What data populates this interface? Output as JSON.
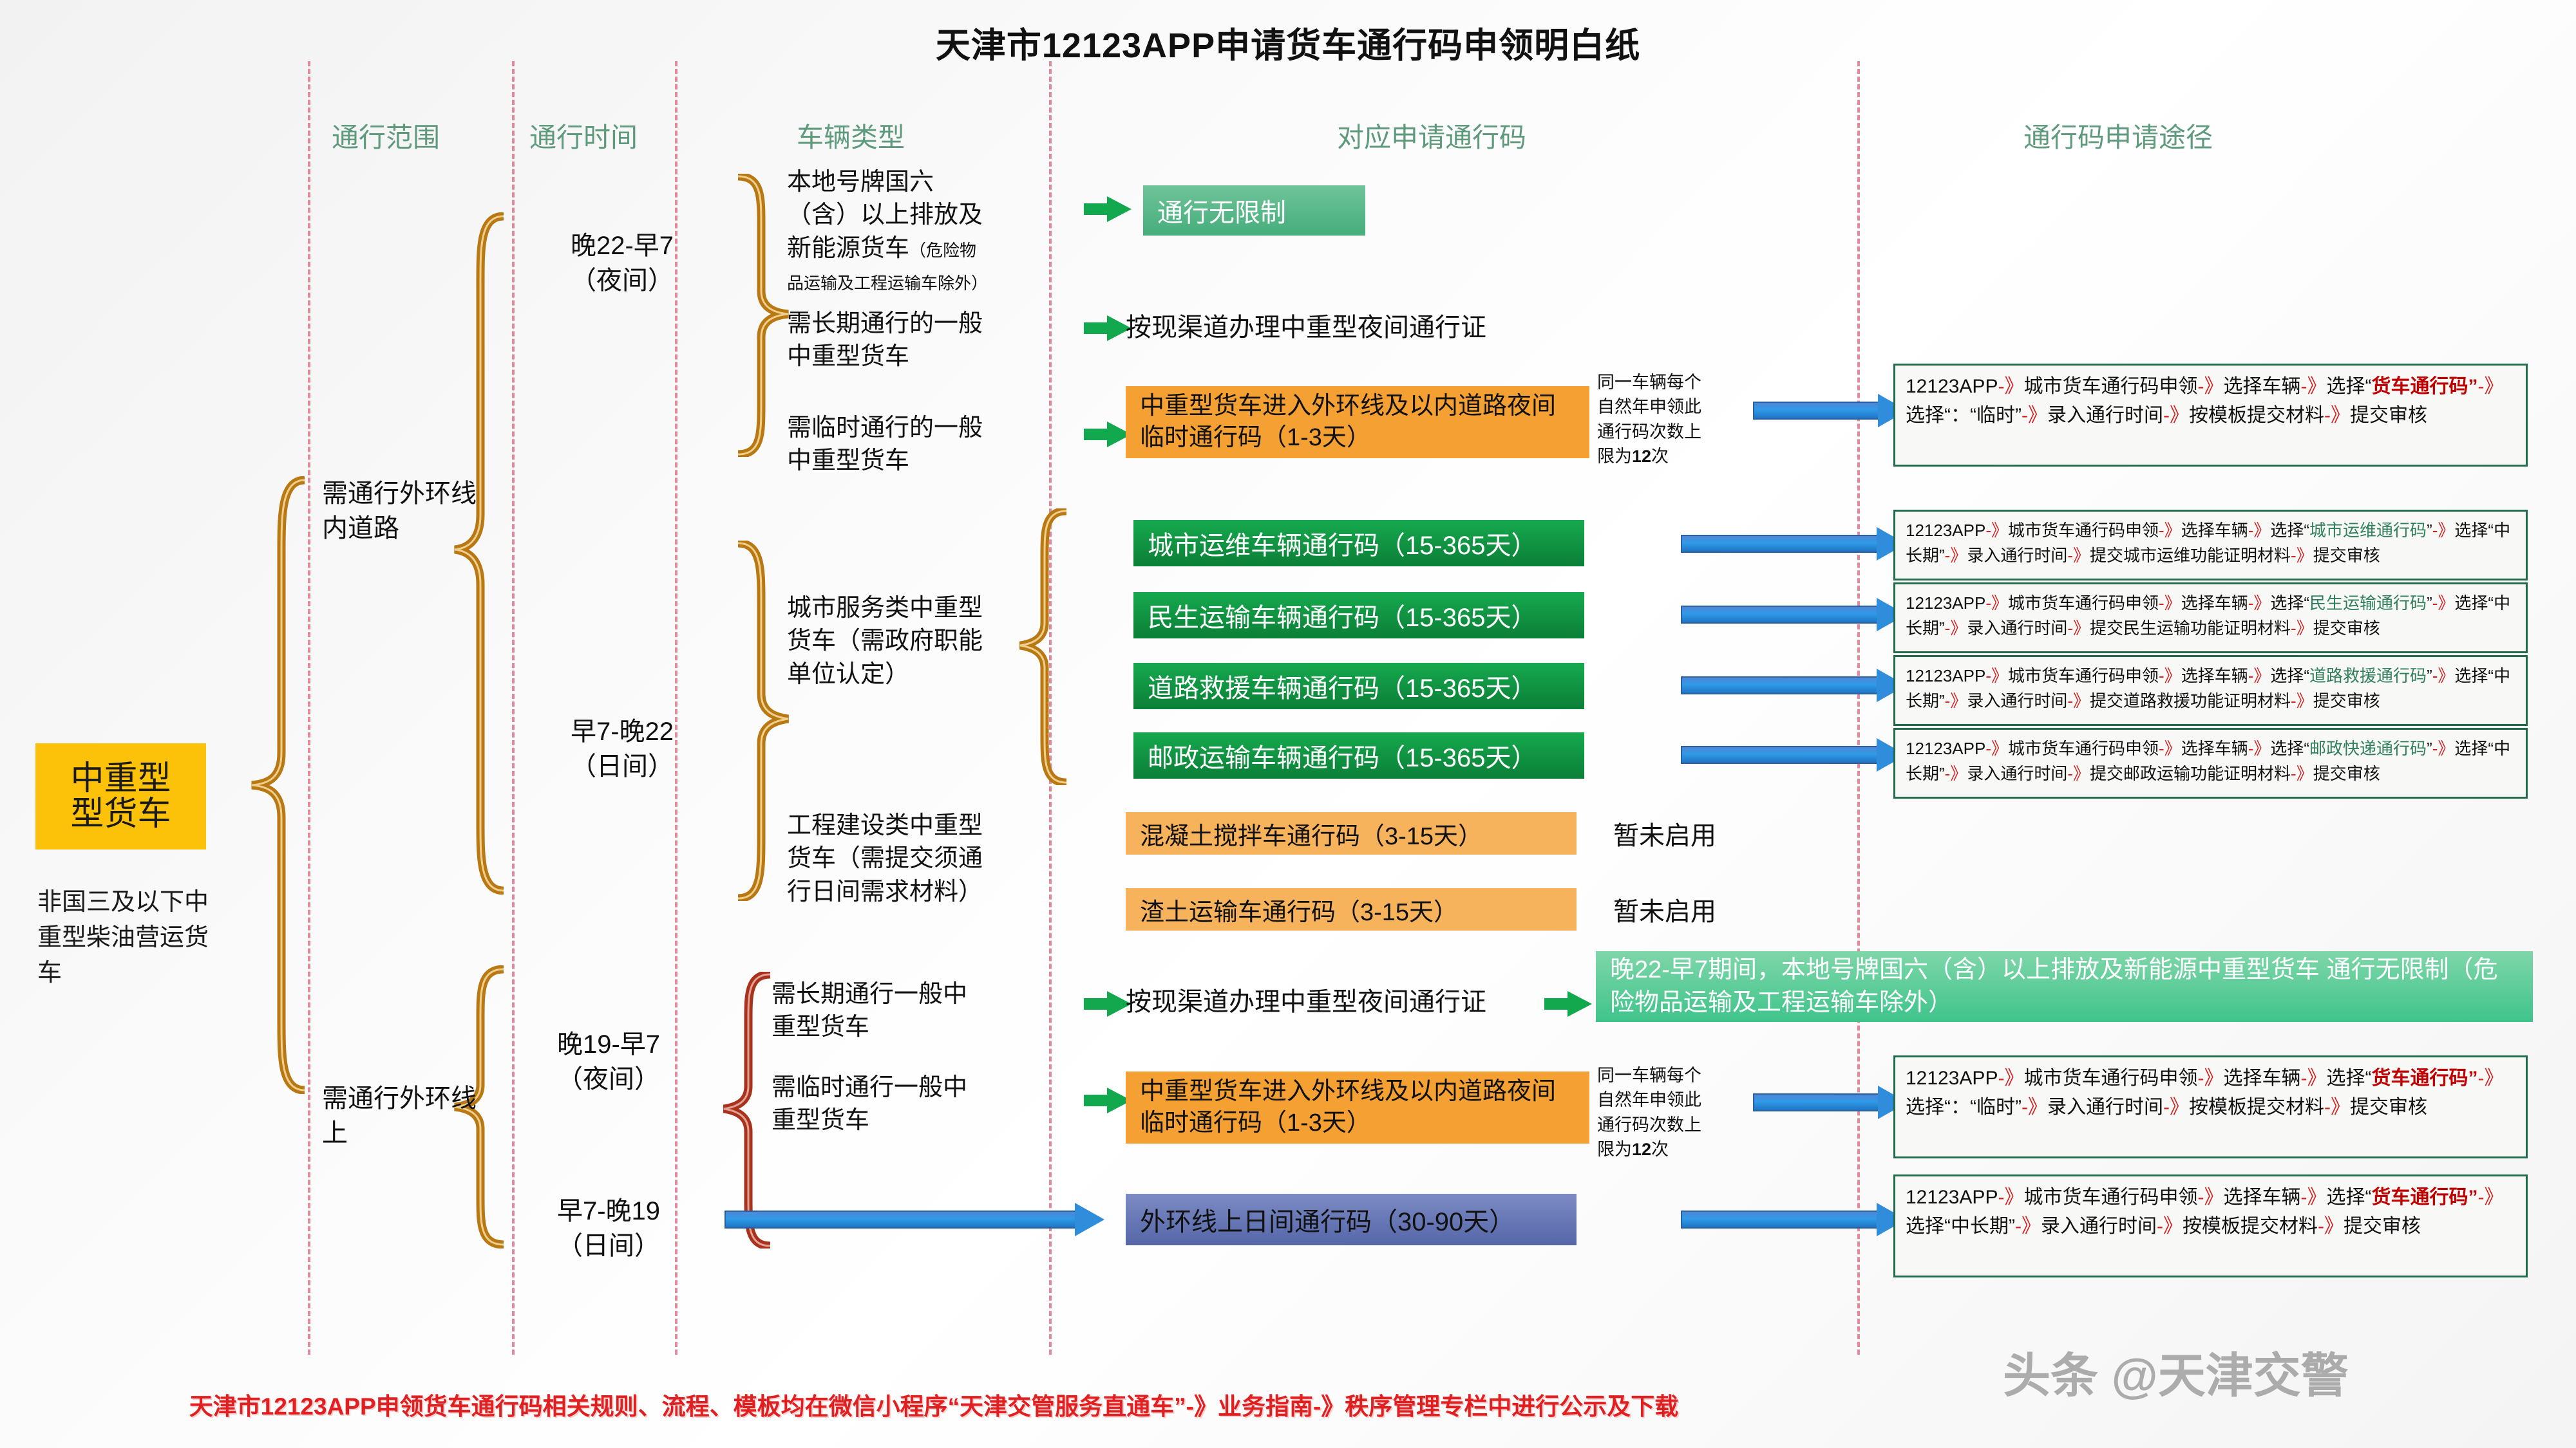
{
  "title": "天津市12123APP申请货车通行码申领明白纸",
  "columns": [
    {
      "label": "通行范围"
    },
    {
      "label": "通行时间"
    },
    {
      "label": "车辆类型"
    },
    {
      "label": "对应申请通行码"
    },
    {
      "label": "通行码申请途径"
    }
  ],
  "master": {
    "line1": "中重型",
    "line2": "型货车",
    "subnote": "非国三及以下中重型柴油营运货车",
    "color": "#fcc20a"
  },
  "scope": {
    "inner": "需通行外环线内道路",
    "outer": "需通行外环线上"
  },
  "times": {
    "night22": "晚22-早7（夜间）",
    "day7_22": "早7-晚22（日间）",
    "night19": "晚19-早7（夜间）",
    "day7_19": "早7-晚19（日间）"
  },
  "vehicle_types": {
    "v1": "本地号牌国六（含）以上排放及新能源货车",
    "v1_small": "（危险物品运输及工程运输车除外）",
    "v2": "需长期通行的一般中重型货车",
    "v3": "需临时通行的一般中重型货车",
    "v4": "城市服务类中重型货车（需政府职能单位认定）",
    "v5": "工程建设类中重型货车（需提交须通行日间需求材料）",
    "v6": "需长期通行一般中重型货车",
    "v7": "需临时通行一般中重型货车"
  },
  "codes": {
    "c1": "通行无限制",
    "c2": "按现渠道办理中重型夜间通行证",
    "c3": "中重型货车进入外环线及以内道路夜间临时通行码（1-3天）",
    "c4": "城市运维车辆通行码（15-365天）",
    "c5": "民生运输车辆通行码（15-365天）",
    "c6": "道路救援车辆通行码（15-365天）",
    "c7": "邮政运输车辆通行码（15-365天）",
    "c8": "混凝土搅拌车通行码（3-15天）",
    "c9": "渣土运输车通行码（3-15天）",
    "c10": "按现渠道办理中重型夜间通行证",
    "c11": "中重型货车进入外环线及以内道路夜间临时通行码（1-3天）",
    "c12": "外环线上日间通行码（30-90天）"
  },
  "status": {
    "not_enabled_1": "暂未启用",
    "not_enabled_2": "暂未启用"
  },
  "notes": {
    "limit_top_a": "同一车辆每个",
    "limit_top_b": "自然年申领此",
    "limit_top_c": "通行码次数上",
    "limit_top_d": "限为",
    "limit_top_e": "12",
    "limit_top_f": "次",
    "limit_bot_a": "同一车辆每个",
    "limit_bot_b": "自然年申领此",
    "limit_bot_c": "通行码次数上",
    "limit_bot_d": "限为",
    "limit_bot_e": "12",
    "limit_bot_f": "次"
  },
  "night_rule": {
    "line1": "晚22-早7期间，本地号牌国六（含）以上排放及新能源中重型货车",
    "line2": "通行无限制（危险物品运输及工程运输车除外）"
  },
  "paths": {
    "p1": {
      "s1": "12123APP",
      "a1": "-》",
      "s2": "城市货车通行码申领",
      "a2": "-》",
      "s3": "选择车辆",
      "a3": "-》",
      "s4": "选择“",
      "hl": "货车通行码",
      "s5": "”",
      "a4": "-》",
      "s6": "选择“：“临时”",
      "a5": "-》",
      "s7": "录入通行时间",
      "a6": "-》",
      "s8": "按模板提交材料",
      "a7": "-》",
      "s9": "提交审核"
    },
    "p2": {
      "s1": "12123APP",
      "a1": "-》",
      "s2": "城市货车通行码申领",
      "a2": "-》",
      "s3": "选择车辆",
      "a3": "-》",
      "s4": "选择“",
      "hl": "城市运维通行码",
      "s5": "”",
      "a4": "-》",
      "s6": "选择“中长期”",
      "a5": "-》",
      "s7": "录入通行时间",
      "a6": "-》",
      "s8": "提交城市运维功能证明材料",
      "a7": "-》",
      "s9": "提交审核"
    },
    "p3": {
      "s1": "12123APP",
      "a1": "-》",
      "s2": "城市货车通行码申领",
      "a2": "-》",
      "s3": "选择车辆",
      "a3": "-》",
      "s4": "选择“",
      "hl": "民生运输通行码",
      "s5": "”",
      "a4": "-》",
      "s6": "选择“中长期”",
      "a5": "-》",
      "s7": "录入通行时间",
      "a6": "-》",
      "s8": "提交民生运输功能证明材料",
      "a7": "-》",
      "s9": "提交审核"
    },
    "p4": {
      "s1": "12123APP",
      "a1": "-》",
      "s2": "城市货车通行码申领",
      "a2": "-》",
      "s3": "选择车辆",
      "a3": "-》",
      "s4": "选择“",
      "hl": "道路救援通行码",
      "s5": "”",
      "a4": "-》",
      "s6": "选择“中长期”",
      "a5": "-》",
      "s7": "录入通行时间",
      "a6": "-》",
      "s8": "提交道路救援功能证明材料",
      "a7": "-》",
      "s9": "提交审核"
    },
    "p5": {
      "s1": "12123APP",
      "a1": "-》",
      "s2": "城市货车通行码申领",
      "a2": "-》",
      "s3": "选择车辆",
      "a3": "-》",
      "s4": "选择“",
      "hl": "邮政快递通行码",
      "s5": "”",
      "a4": "-》",
      "s6": "选择“中长期”",
      "a5": "-》",
      "s7": "录入通行时间",
      "a6": "-》",
      "s8": "提交邮政运输功能证明材料",
      "a7": "-》",
      "s9": "提交审核"
    },
    "p6": {
      "s1": "12123APP",
      "a1": "-》",
      "s2": "城市货车通行码申领",
      "a2": "-》",
      "s3": "选择车辆",
      "a3": "-》",
      "s4": "选择“",
      "hl": "货车通行码",
      "s5": "”",
      "a4": "-》",
      "s6": "选择“：“临时”",
      "a5": "-》",
      "s7": "录入通行时间",
      "a6": "-》",
      "s8": "按模板提交材料",
      "a7": "-》",
      "s9": "提交审核"
    },
    "p7": {
      "s1": "12123APP",
      "a1": "-》",
      "s2": "城市货车通行码申领",
      "a2": "-》",
      "s3": "选择车辆",
      "a3": "-》",
      "s4": "选择“",
      "hl": "货车通行码",
      "s5": "”",
      "a4": "-》",
      "s6": "选择“中长期”",
      "a5": "-》",
      "s7": "录入通行时间",
      "a6": "-》",
      "s8": "按模板提交材料",
      "a7": "-》",
      "s9": "提交审核"
    }
  },
  "footer": "天津市12123APP申领货车通行码相关规则、流程、模板均在微信小程序“天津交管服务直通车”-》业务指南-》秩序管理专栏中进行公示及下载",
  "watermark": "头条 @天津交警"
}
